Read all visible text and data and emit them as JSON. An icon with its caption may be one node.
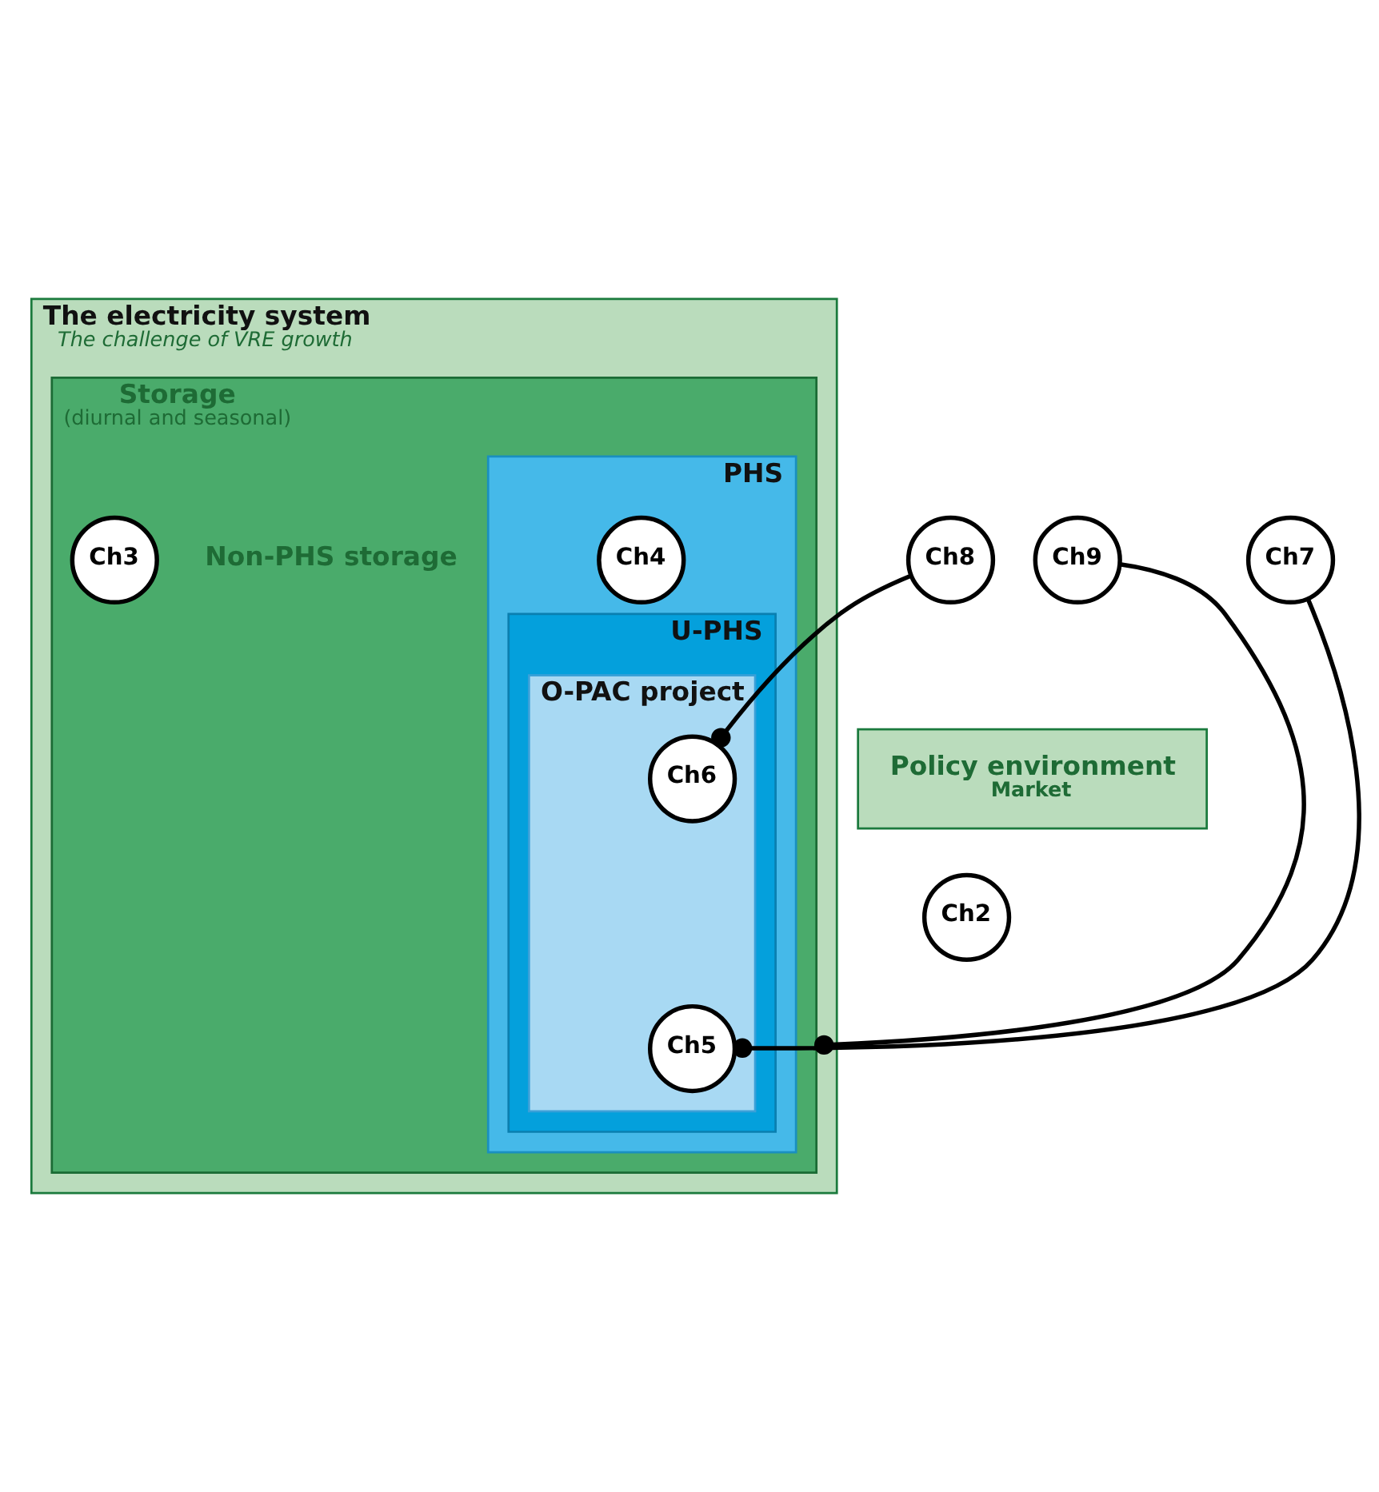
{
  "diagram": {
    "nodes": [
      {
        "text": [
          "Policy environment",
          "Market"
        ]
      },
      {
        "text": [
          "The electricity system",
          "The challenge of VRE growth"
        ]
      },
      {
        "text": [
          "Storage",
          "(diurnal and seasonal)"
        ],
        "in": 1
      },
      {
        "text": [
          "PHS"
        ],
        "in": 2
      },
      {
        "text": [
          "U-PHS"
        ],
        "in": 3
      },
      {
        "text": [
          "O-PAC project"
        ],
        "in": 4
      },
      {
        "text": [
          "Ch2"
        ]
      },
      {
        "text": [
          "Ch3"
        ],
        "in": 2
      },
      {
        "text": [
          "Ch4"
        ],
        "in": 3
      },
      {
        "text": [
          "Ch5"
        ],
        "in": 5
      },
      {
        "text": [
          "Ch6"
        ],
        "in": 5
      },
      {
        "text": [
          "Ch7"
        ]
      },
      {
        "text": [
          "Ch8"
        ]
      },
      {
        "text": [
          "Ch9"
        ]
      }
    ],
    "edges": [
      {
        "from": 11,
        "to": 9,
        "arrow": "other"
      },
      {
        "from": 12,
        "to": 10,
        "arrow": "other"
      },
      {
        "from": 13,
        "to": 2,
        "arrow": "other"
      }
    ],
    "labels": [
      "Non-PHS storage"
    ]
  }
}
